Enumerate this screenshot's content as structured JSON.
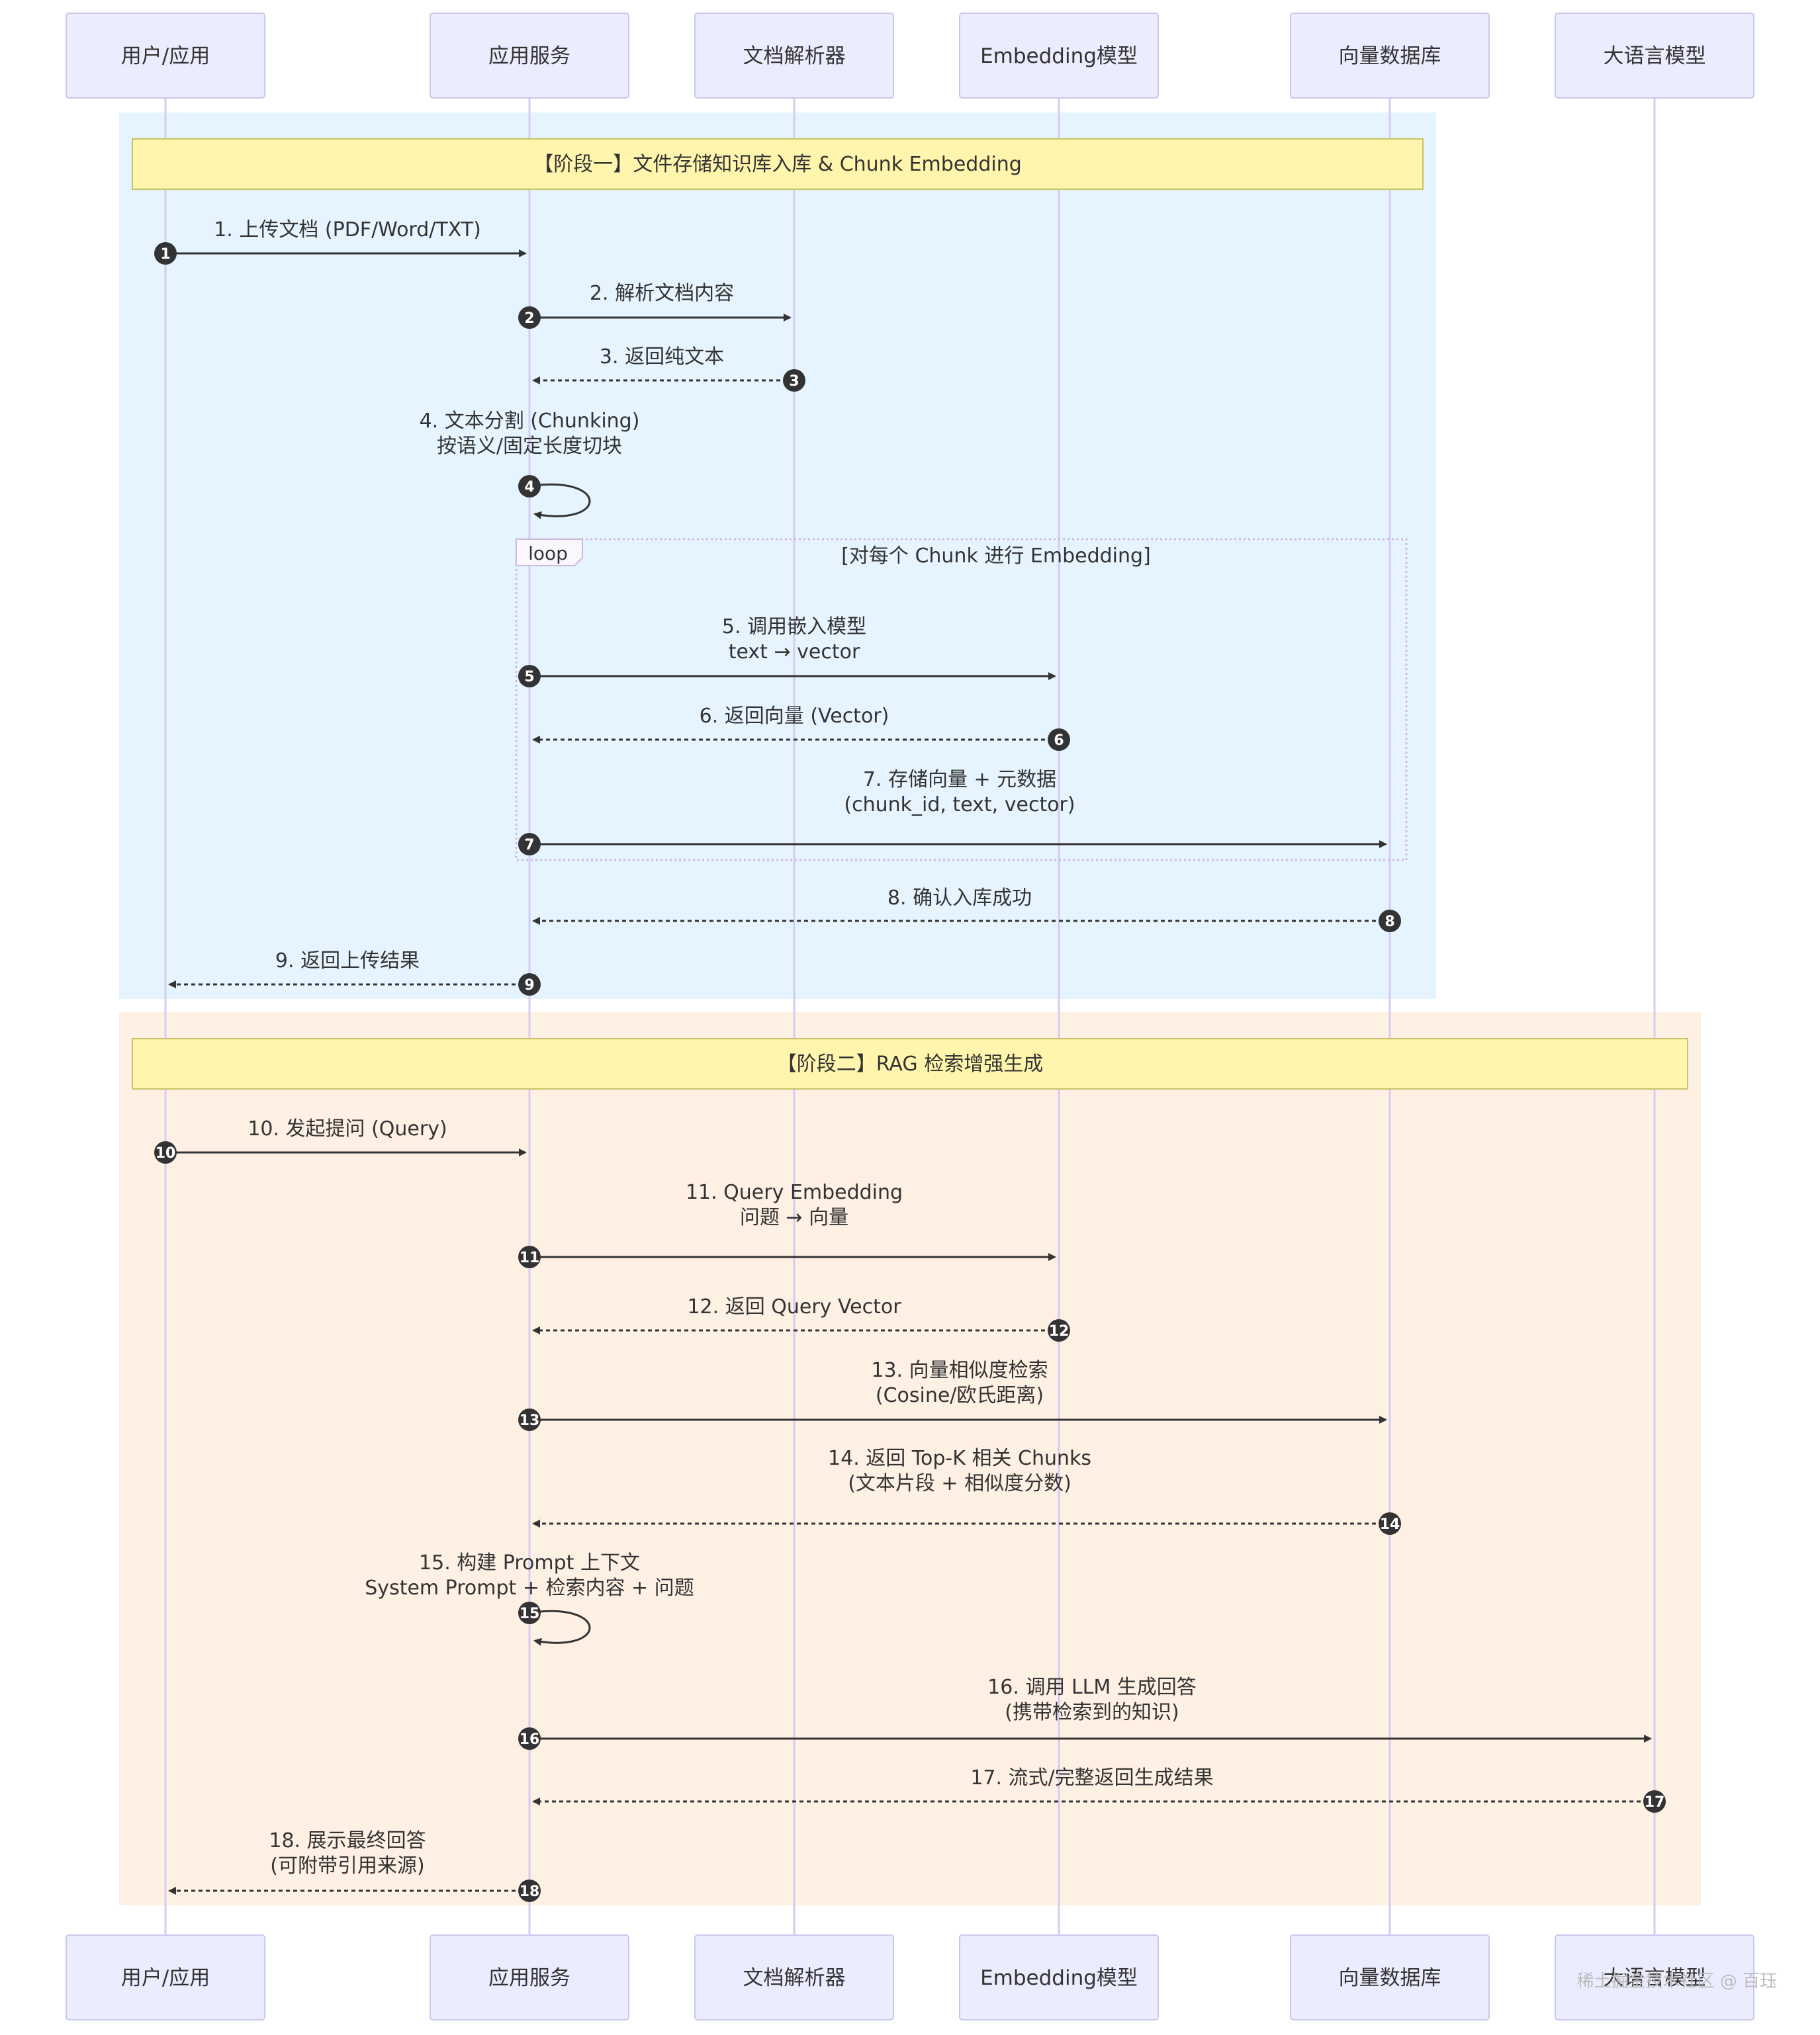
{
  "actors": [
    {
      "id": "user",
      "label": "用户/应用"
    },
    {
      "id": "app",
      "label": "应用服务"
    },
    {
      "id": "parser",
      "label": "文档解析器"
    },
    {
      "id": "embed",
      "label": "Embedding模型"
    },
    {
      "id": "vdb",
      "label": "向量数据库"
    },
    {
      "id": "llm",
      "label": "大语言模型"
    }
  ],
  "phases": [
    {
      "title": "【阶段一】文件存储知识库入库 & Chunk Embedding",
      "color": "#e6f4ff"
    },
    {
      "title": "【阶段二】RAG 检索增强生成",
      "color": "#fff0e4"
    }
  ],
  "loop": {
    "keyword": "loop",
    "condition": "[对每个 Chunk 进行 Embedding]"
  },
  "messages": [
    {
      "num": "1",
      "from": "user",
      "to": "app",
      "style": "solid",
      "lines": [
        "1. 上传文档 (PDF/Word/TXT)"
      ]
    },
    {
      "num": "2",
      "from": "app",
      "to": "parser",
      "style": "solid",
      "lines": [
        "2. 解析文档内容"
      ]
    },
    {
      "num": "3",
      "from": "parser",
      "to": "app",
      "style": "dashed",
      "lines": [
        "3. 返回纯文本"
      ]
    },
    {
      "num": "4",
      "from": "app",
      "to": "app",
      "style": "self",
      "lines": [
        "4. 文本分割 (Chunking)",
        "按语义/固定长度切块"
      ]
    },
    {
      "num": "5",
      "from": "app",
      "to": "embed",
      "style": "solid",
      "lines": [
        "5. 调用嵌入模型",
        "text → vector"
      ]
    },
    {
      "num": "6",
      "from": "embed",
      "to": "app",
      "style": "dashed",
      "lines": [
        "6. 返回向量 (Vector)"
      ]
    },
    {
      "num": "7",
      "from": "app",
      "to": "vdb",
      "style": "solid",
      "lines": [
        "7. 存储向量 + 元数据",
        "(chunk_id, text, vector)"
      ]
    },
    {
      "num": "8",
      "from": "vdb",
      "to": "app",
      "style": "dashed",
      "lines": [
        "8. 确认入库成功"
      ]
    },
    {
      "num": "9",
      "from": "app",
      "to": "user",
      "style": "dashed",
      "lines": [
        "9. 返回上传结果"
      ]
    },
    {
      "num": "10",
      "from": "user",
      "to": "app",
      "style": "solid",
      "lines": [
        "10. 发起提问 (Query)"
      ]
    },
    {
      "num": "11",
      "from": "app",
      "to": "embed",
      "style": "solid",
      "lines": [
        "11. Query Embedding",
        "问题 → 向量"
      ]
    },
    {
      "num": "12",
      "from": "embed",
      "to": "app",
      "style": "dashed",
      "lines": [
        "12. 返回 Query Vector"
      ]
    },
    {
      "num": "13",
      "from": "app",
      "to": "vdb",
      "style": "solid",
      "lines": [
        "13. 向量相似度检索",
        "(Cosine/欧氏距离)"
      ]
    },
    {
      "num": "14",
      "from": "vdb",
      "to": "app",
      "style": "dashed",
      "lines": [
        "14. 返回 Top-K 相关 Chunks",
        "(文本片段 + 相似度分数)"
      ]
    },
    {
      "num": "15",
      "from": "app",
      "to": "app",
      "style": "self",
      "lines": [
        "15. 构建 Prompt 上下文",
        "System Prompt + 检索内容 + 问题"
      ]
    },
    {
      "num": "16",
      "from": "app",
      "to": "llm",
      "style": "solid",
      "lines": [
        "16. 调用 LLM 生成回答",
        "(携带检索到的知识)"
      ]
    },
    {
      "num": "17",
      "from": "llm",
      "to": "app",
      "style": "dashed",
      "lines": [
        "17. 流式/完整返回生成结果"
      ]
    },
    {
      "num": "18",
      "from": "app",
      "to": "user",
      "style": "dashed",
      "lines": [
        "18. 展示最终回答",
        "(可附带引用来源)"
      ]
    }
  ],
  "watermark": "稀土掘金技术社区 @ 百珏",
  "colors": {
    "actor_fill": "#ececff",
    "actor_stroke": "#c8c8ee",
    "lifeline": "#d4ccf2",
    "note_fill": "#fff5ad",
    "note_stroke": "#c9c26a",
    "arrow": "#333333",
    "badge": "#333333",
    "loop_stroke": "#d0b8e0"
  }
}
